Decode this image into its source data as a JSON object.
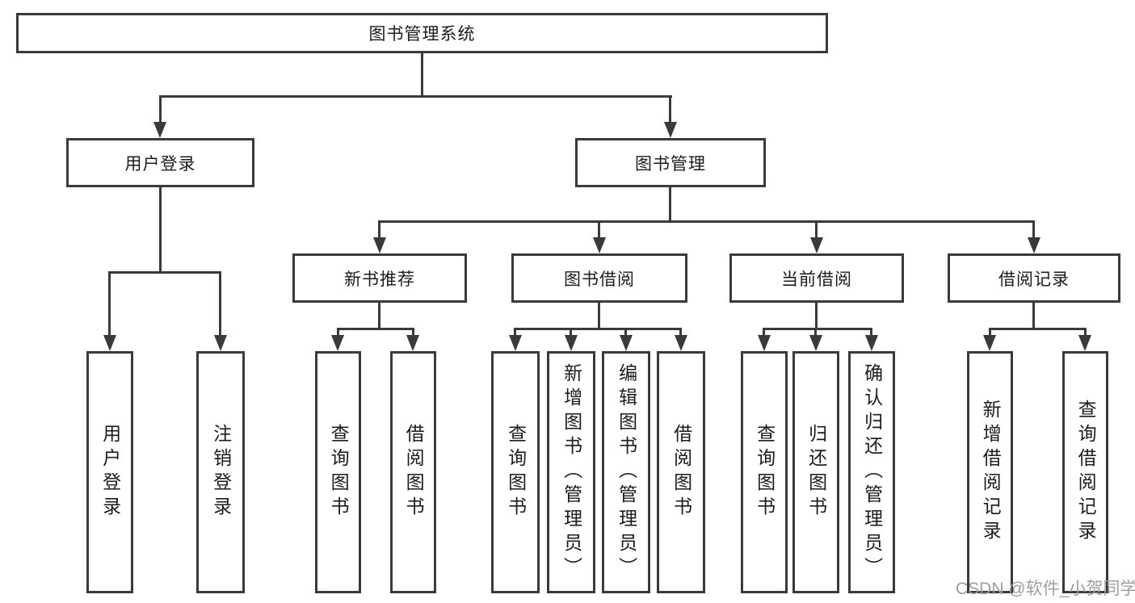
{
  "nodes": {
    "root": "图书管理系统",
    "user_login": "用户登录",
    "book_mgmt": "图书管理",
    "new_book_rec": "新书推荐",
    "book_borrow": "图书借阅",
    "current_borrow": "当前借阅",
    "borrow_records": "借阅记录",
    "ul_login": "用户登录",
    "ul_logout": "注销登录",
    "nb_query": "查询图书",
    "nb_borrow": "借阅图书",
    "bb_query": "查询图书",
    "bb_add": "新增图书（管理员）",
    "bb_edit": "编辑图书（管理员）",
    "bb_borrow": "借阅图书",
    "cb_query": "查询图书",
    "cb_return": "归还图书",
    "cb_confirm": "确认归还（管理员）",
    "br_add": "新增借阅记录",
    "br_query": "查询借阅记录"
  },
  "hierarchy": {
    "图书管理系统": {
      "用户登录": [
        "用户登录",
        "注销登录"
      ],
      "图书管理": {
        "新书推荐": [
          "查询图书",
          "借阅图书"
        ],
        "图书借阅": [
          "查询图书",
          "新增图书（管理员）",
          "编辑图书（管理员）",
          "借阅图书"
        ],
        "当前借阅": [
          "查询图书",
          "归还图书",
          "确认归还（管理员）"
        ],
        "借阅记录": [
          "新增借阅记录",
          "查询借阅记录"
        ]
      }
    }
  },
  "colors": {
    "line": "#3a3a3a",
    "text": "#1c1c1c",
    "background": "#ffffff",
    "watermark": "#9e9e9e"
  },
  "watermark": "CSDN @软件_小贺同学"
}
